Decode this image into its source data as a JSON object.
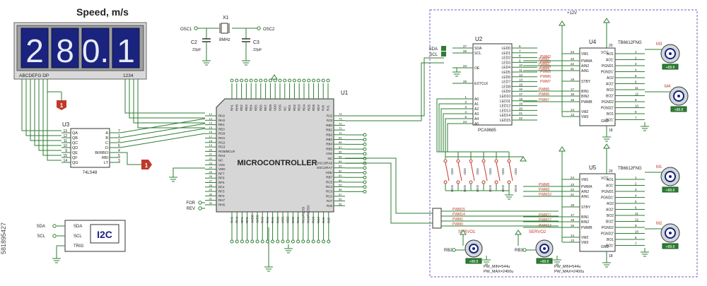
{
  "display": {
    "title": "Speed, m/s",
    "digits": [
      "2",
      "8",
      "0.",
      "1"
    ],
    "segment_labels": "ABCDEFG  DP",
    "digit_select_labels": "1234",
    "colors": {
      "body": "#d9d9d9",
      "digit_bg": "#1a237e",
      "digit_fg": "#e8eaf6",
      "red": "#c0392b",
      "wire_green": "#2e7d32"
    }
  },
  "decoder": {
    "ref": "U3",
    "part": "74LS48",
    "left_pins": [
      {
        "num": "13",
        "name": "QA"
      },
      {
        "num": "12",
        "name": "QB"
      },
      {
        "num": "11",
        "name": "QC"
      },
      {
        "num": "10",
        "name": "QD"
      },
      {
        "num": "9",
        "name": "QE"
      },
      {
        "num": "15",
        "name": "QF"
      },
      {
        "num": "14",
        "name": "QG"
      }
    ],
    "right_pins": [
      {
        "num": "7",
        "name": "A"
      },
      {
        "num": "1",
        "name": "B"
      },
      {
        "num": "2",
        "name": "C"
      },
      {
        "num": "6",
        "name": "D"
      },
      {
        "num": "4",
        "name": "BI/RBO"
      },
      {
        "num": "5",
        "name": "RBI"
      },
      {
        "num": "3",
        "name": "LT"
      }
    ]
  },
  "power_flags": [
    "1",
    "1"
  ],
  "crystal": {
    "ref": "X1",
    "freq": "8MHz",
    "osc1": "OSC1",
    "osc2": "OSC2",
    "c2_ref": "C2",
    "c2_val": "22pF",
    "c3_ref": "C3",
    "c3_val": "22pF"
  },
  "mcu": {
    "ref": "U1",
    "label": "MICROCONTROLLER",
    "left_pins": [
      {
        "num": "12",
        "name": "RH2"
      },
      {
        "num": "13",
        "name": "RH3"
      },
      {
        "num": "14",
        "name": "RE1"
      },
      {
        "num": "15",
        "name": "RE0"
      },
      {
        "num": "16",
        "name": "RG0"
      },
      {
        "num": "17",
        "name": "RG1"
      },
      {
        "num": "18",
        "name": "RG2"
      },
      {
        "num": "19",
        "name": "RG3"
      },
      {
        "num": "20",
        "name": "RG5/MCLR"
      },
      {
        "num": "21",
        "name": "RG4"
      },
      {
        "num": "22",
        "name": "NC"
      },
      {
        "num": "23",
        "name": "VSS"
      },
      {
        "num": "24",
        "name": "VDD"
      },
      {
        "num": "25",
        "name": "RF7"
      },
      {
        "num": "26",
        "name": "RF6"
      },
      {
        "num": "27",
        "name": "RF5"
      },
      {
        "num": "28",
        "name": "RF4"
      },
      {
        "num": "29",
        "name": "RF3"
      },
      {
        "num": "30",
        "name": "RF2"
      },
      {
        "num": "31",
        "name": "RH7"
      },
      {
        "num": "32",
        "name": "RH6"
      }
    ],
    "right_pins": [
      {
        "num": "74",
        "name": "RJ2"
      },
      {
        "num": "73",
        "name": "RJ3"
      },
      {
        "num": "72",
        "name": "RB0"
      },
      {
        "num": "71",
        "name": "RB1"
      },
      {
        "num": "70",
        "name": "RB2"
      },
      {
        "num": "69",
        "name": "RB3"
      },
      {
        "num": "68",
        "name": "RB4"
      },
      {
        "num": "67",
        "name": "RB5"
      },
      {
        "num": "66",
        "name": "VSS"
      },
      {
        "num": "65",
        "name": "NC"
      },
      {
        "num": "64",
        "name": "OSC2/RA6"
      },
      {
        "num": "63",
        "name": "OSC1/RA7"
      },
      {
        "num": "62",
        "name": "VDD"
      },
      {
        "num": "61",
        "name": "RB7"
      },
      {
        "num": "60",
        "name": "RC5"
      },
      {
        "num": "59",
        "name": "RC4"
      },
      {
        "num": "58",
        "name": "RC3"
      },
      {
        "num": "57",
        "name": "RC2"
      },
      {
        "num": "56",
        "name": "RJ7"
      },
      {
        "num": "55",
        "name": "RJ6"
      }
    ],
    "top_pins": [
      "RH1",
      "RH0",
      "RE2",
      "RE3",
      "RE4",
      "RE5",
      "RE6",
      "RE7",
      "RD0",
      "VDD",
      "VSS",
      "NC",
      "RD1",
      "RD2",
      "RD3",
      "RD4",
      "RD5",
      "RD6",
      "RD7",
      "RJ0",
      "RJ1"
    ],
    "bottom_pins": [
      "RH5",
      "RH4",
      "RF1",
      "RF0",
      "AVDD",
      "AVSS",
      "RA3",
      "RA2",
      "RA1",
      "RA0",
      "VSS",
      "VDD",
      "RA5",
      "RA4",
      "RC1/T1OSI",
      "RC0/T1OSO",
      "RC6",
      "RC7",
      "RJ4",
      "RJ5"
    ],
    "net_for": "FOR",
    "net_rev": "REV"
  },
  "i2c": {
    "label": "I2C",
    "left_nets": [
      "SDA",
      "SCL"
    ],
    "pins": [
      "SDA",
      "SCL",
      "TRIG"
    ]
  },
  "pca": {
    "ref": "U2",
    "part": "PCA9685",
    "sda": "SDA",
    "scl": "SCL",
    "left_pins": [
      {
        "num": "27",
        "name": "SDA"
      },
      {
        "num": "26",
        "name": "SCL"
      },
      {
        "num": "23",
        "name": "OE"
      },
      {
        "num": "25",
        "name": "EXTCLK"
      },
      {
        "num": "1",
        "name": "A0"
      },
      {
        "num": "2",
        "name": "A1"
      },
      {
        "num": "3",
        "name": "A2"
      },
      {
        "num": "4",
        "name": "A3"
      },
      {
        "num": "5",
        "name": "A4"
      },
      {
        "num": "24",
        "name": "A5"
      }
    ],
    "right_pins": [
      {
        "num": "6",
        "name": "LED0"
      },
      {
        "num": "7",
        "name": "LED1"
      },
      {
        "num": "8",
        "name": "LED2"
      },
      {
        "num": "9",
        "name": "LED3"
      },
      {
        "num": "10",
        "name": "LED4"
      },
      {
        "num": "11",
        "name": "LED5"
      },
      {
        "num": "12",
        "name": "LED6"
      },
      {
        "num": "13",
        "name": "LED7"
      },
      {
        "num": "15",
        "name": "LED8"
      },
      {
        "num": "16",
        "name": "LED9"
      },
      {
        "num": "17",
        "name": "LED10"
      },
      {
        "num": "18",
        "name": "LED11"
      },
      {
        "num": "19",
        "name": "LED12"
      },
      {
        "num": "20",
        "name": "LED13"
      },
      {
        "num": "21",
        "name": "LED14"
      },
      {
        "num": "22",
        "name": "LED15"
      }
    ],
    "pwm_labels": [
      "PWM2",
      "PWM3",
      "PWM4",
      "PWM5",
      "PWM6",
      "PWM7"
    ]
  },
  "jumpers": {
    "vdd": "VDD",
    "gnd": "GND"
  },
  "drivers": [
    {
      "ref": "U4",
      "part": "TB6612FNG",
      "pin_top": "20",
      "left_pins": [
        {
          "num": "24",
          "name": "VM1"
        },
        {
          "num": "23",
          "name": "PWMA"
        },
        {
          "num": "22",
          "name": "AIN2"
        },
        {
          "num": "21",
          "name": "AIN1"
        },
        {
          "num": "19",
          "name": "STBY"
        },
        {
          "num": "17",
          "name": "BIN1"
        },
        {
          "num": "18",
          "name": "BIN2"
        },
        {
          "num": "16",
          "name": "PWMB"
        },
        {
          "num": "14",
          "name": "VM2"
        },
        {
          "num": "13",
          "name": "VM3"
        }
      ],
      "right_pins": [
        {
          "num": "1",
          "name": "AO1"
        },
        {
          "num": "2",
          "name": "AO1'"
        },
        {
          "num": "3",
          "name": "PGND1"
        },
        {
          "num": "4",
          "name": "PGND1'"
        },
        {
          "num": "5",
          "name": "AO2"
        },
        {
          "num": "6",
          "name": "AO2'"
        },
        {
          "num": "11",
          "name": "BO2"
        },
        {
          "num": "12",
          "name": "BO2'"
        },
        {
          "num": "9",
          "name": "PGND2"
        },
        {
          "num": "10",
          "name": "PGND2'"
        },
        {
          "num": "8",
          "name": "BO1"
        },
        {
          "num": "7",
          "name": "BO1'"
        }
      ],
      "vcc": "VCC",
      "gnd": "GND",
      "gnd_num": "18",
      "motors": [
        "M3",
        "M4"
      ]
    },
    {
      "ref": "U5",
      "part": "TB6612FNG",
      "pin_top": "20",
      "left_pins": [
        {
          "num": "24",
          "name": "VM1"
        },
        {
          "num": "23",
          "name": "PWMA"
        },
        {
          "num": "22",
          "name": "AIN2"
        },
        {
          "num": "21",
          "name": "AIN1"
        },
        {
          "num": "19",
          "name": "STBY"
        },
        {
          "num": "17",
          "name": "BIN1"
        },
        {
          "num": "18",
          "name": "BIN2"
        },
        {
          "num": "16",
          "name": "PWMB"
        },
        {
          "num": "14",
          "name": "VM2"
        },
        {
          "num": "13",
          "name": "VM3"
        }
      ],
      "right_pins": [
        {
          "num": "1",
          "name": "AO1"
        },
        {
          "num": "2",
          "name": "AO1'"
        },
        {
          "num": "3",
          "name": "PGND1"
        },
        {
          "num": "4",
          "name": "PGND1'"
        },
        {
          "num": "5",
          "name": "AO2"
        },
        {
          "num": "6",
          "name": "AO2'"
        },
        {
          "num": "11",
          "name": "BO2"
        },
        {
          "num": "12",
          "name": "BO2'"
        },
        {
          "num": "9",
          "name": "PGND2"
        },
        {
          "num": "10",
          "name": "PGND2'"
        },
        {
          "num": "8",
          "name": "BO1"
        },
        {
          "num": "7",
          "name": "BO1'"
        }
      ],
      "vcc": "VCC",
      "gnd": "GND",
      "gnd_num": "18",
      "motors": [
        "M1",
        "M2"
      ]
    }
  ],
  "supply": "+12V",
  "u4_pwm": [
    "PWM2",
    "PWM3",
    "PWM4",
    "PWM5",
    "PWM6",
    "PWM7"
  ],
  "u5_pwm": [
    "PWM8",
    "PWM9",
    "PWM10",
    "PWM11",
    "PWM12",
    "PWM13"
  ],
  "header_pwm": [
    "PWM15",
    "PWM14",
    "PWM1",
    "PWM0"
  ],
  "motor_tags": [
    "+88.8",
    "+88.8",
    "+88.8"
  ],
  "servos": [
    {
      "ref": "SERVO1",
      "net": "RB2",
      "pw_min": "PW_MIN=544u",
      "pw_max": "PW_MAX=2400u",
      "tag": "+88.8"
    },
    {
      "ref": "SERVO2",
      "net": "RB3",
      "pw_min": "PW_MIN=544u",
      "pw_max": "PW_MAX=2400u",
      "tag": "+88.8"
    }
  ],
  "stock_id": "581895427"
}
